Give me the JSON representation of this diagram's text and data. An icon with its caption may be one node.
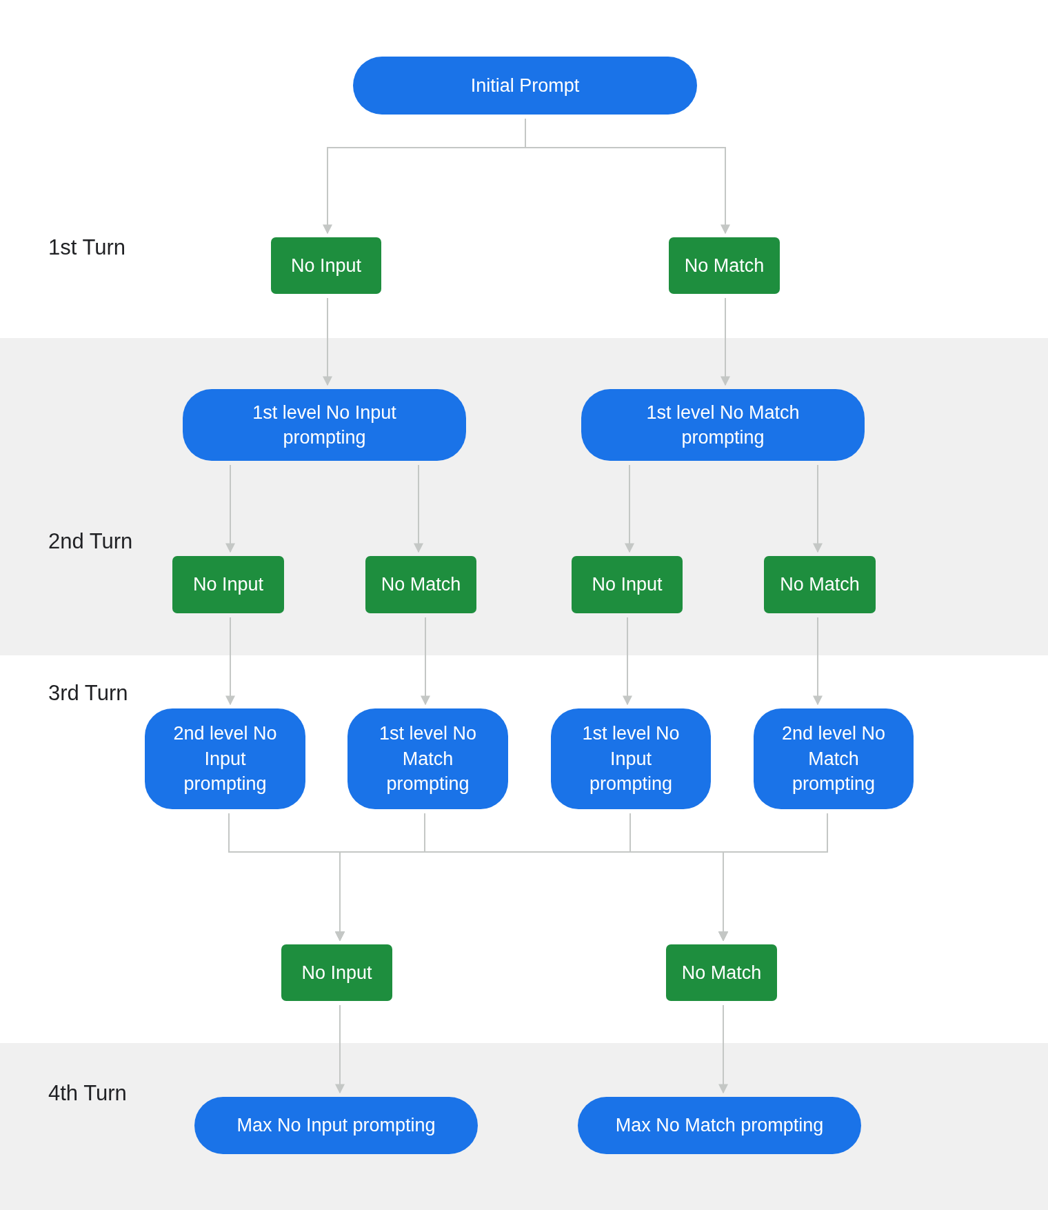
{
  "diagram": {
    "nodes": [
      {
        "text": [
          "Initial Prompt"
        ]
      },
      {
        "text": [
          "No Input"
        ]
      },
      {
        "text": [
          "No Match"
        ]
      },
      {
        "text": [
          "1st level No Input prompting"
        ]
      },
      {
        "text": [
          "1st level No Match prompting"
        ]
      },
      {
        "text": [
          "No Input"
        ]
      },
      {
        "text": [
          "No Match"
        ]
      },
      {
        "text": [
          "No Input"
        ]
      },
      {
        "text": [
          "No Match"
        ]
      },
      {
        "text": [
          "2nd level No Input prompting"
        ]
      },
      {
        "text": [
          "1st level No Match prompting"
        ]
      },
      {
        "text": [
          "1st level No Input prompting"
        ]
      },
      {
        "text": [
          "2nd level No Match prompting"
        ]
      },
      {
        "text": [
          "No Input"
        ]
      },
      {
        "text": [
          "No Match"
        ]
      },
      {
        "text": [
          "Max No Input prompting"
        ]
      },
      {
        "text": [
          "Max No Match prompting"
        ]
      }
    ],
    "edges": [
      {
        "from": 0,
        "to": 1,
        "arrow": "to"
      },
      {
        "from": 0,
        "to": 2,
        "arrow": "to"
      },
      {
        "from": 1,
        "to": 3,
        "arrow": "to"
      },
      {
        "from": 2,
        "to": 4,
        "arrow": "to"
      },
      {
        "from": 3,
        "to": 5,
        "arrow": "to"
      },
      {
        "from": 3,
        "to": 6,
        "arrow": "to"
      },
      {
        "from": 4,
        "to": 7,
        "arrow": "to"
      },
      {
        "from": 4,
        "to": 8,
        "arrow": "to"
      },
      {
        "from": 5,
        "to": 9,
        "arrow": "to"
      },
      {
        "from": 6,
        "to": 10,
        "arrow": "to"
      },
      {
        "from": 7,
        "to": 11,
        "arrow": "to"
      },
      {
        "from": 8,
        "to": 12,
        "arrow": "to"
      },
      {
        "from": 9,
        "to": 13,
        "arrow": "to"
      },
      {
        "from": 10,
        "to": 13,
        "arrow": "to"
      },
      {
        "from": 11,
        "to": 13,
        "arrow": "to"
      },
      {
        "from": 12,
        "to": 13,
        "arrow": "to"
      },
      {
        "from": 9,
        "to": 14,
        "arrow": "to"
      },
      {
        "from": 10,
        "to": 14,
        "arrow": "to"
      },
      {
        "from": 11,
        "to": 14,
        "arrow": "to"
      },
      {
        "from": 12,
        "to": 14,
        "arrow": "to"
      },
      {
        "from": 13,
        "to": 15,
        "arrow": "to"
      },
      {
        "from": 14,
        "to": 16,
        "arrow": "to"
      }
    ],
    "labels": [
      "1st Turn",
      "2nd Turn",
      "3rd Turn",
      "4th Turn"
    ]
  }
}
